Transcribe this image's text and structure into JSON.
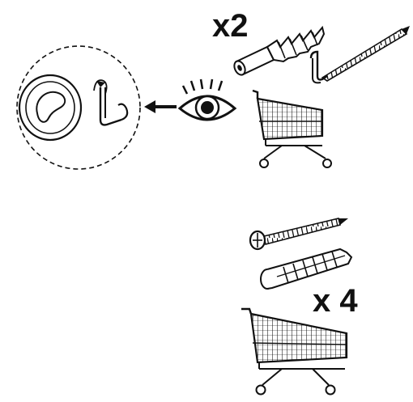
{
  "top_group": {
    "quantity_label": "x2",
    "items": [
      "wall-plug",
      "l-hook-screw"
    ]
  },
  "bottom_group": {
    "quantity_label": "x 4",
    "items": [
      "screw",
      "wall-plug"
    ]
  },
  "detail": {
    "items": [
      "round-mirror",
      "hook"
    ]
  },
  "colors": {
    "line": "#111111",
    "background": "#ffffff"
  }
}
